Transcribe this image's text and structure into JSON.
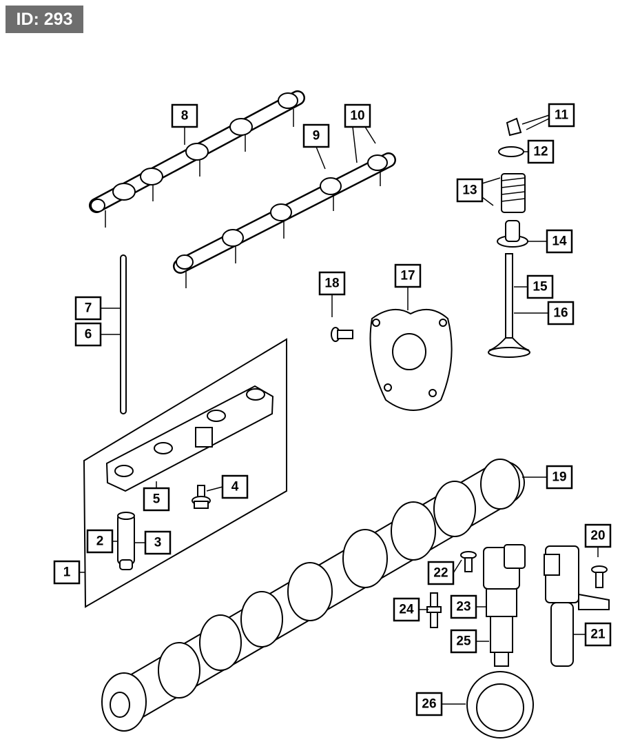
{
  "id_badge": "ID: 293",
  "callouts": [
    {
      "num": "1",
      "name": "callout-1"
    },
    {
      "num": "2",
      "name": "callout-2"
    },
    {
      "num": "3",
      "name": "callout-3"
    },
    {
      "num": "4",
      "name": "callout-4"
    },
    {
      "num": "5",
      "name": "callout-5"
    },
    {
      "num": "6",
      "name": "callout-6"
    },
    {
      "num": "7",
      "name": "callout-7"
    },
    {
      "num": "8",
      "name": "callout-8"
    },
    {
      "num": "9",
      "name": "callout-9"
    },
    {
      "num": "10",
      "name": "callout-10"
    },
    {
      "num": "11",
      "name": "callout-11"
    },
    {
      "num": "12",
      "name": "callout-12"
    },
    {
      "num": "13",
      "name": "callout-13"
    },
    {
      "num": "14",
      "name": "callout-14"
    },
    {
      "num": "15",
      "name": "callout-15"
    },
    {
      "num": "16",
      "name": "callout-16"
    },
    {
      "num": "17",
      "name": "callout-17"
    },
    {
      "num": "18",
      "name": "callout-18"
    },
    {
      "num": "19",
      "name": "callout-19"
    },
    {
      "num": "20",
      "name": "callout-20"
    },
    {
      "num": "21",
      "name": "callout-21"
    },
    {
      "num": "22",
      "name": "callout-22"
    },
    {
      "num": "23",
      "name": "callout-23"
    },
    {
      "num": "24",
      "name": "callout-24"
    },
    {
      "num": "25",
      "name": "callout-25"
    },
    {
      "num": "26",
      "name": "callout-26"
    }
  ]
}
